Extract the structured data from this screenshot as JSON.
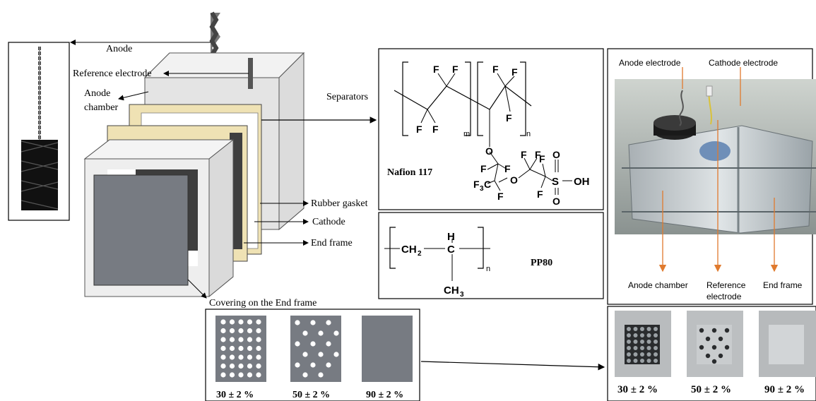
{
  "labels": {
    "anode": "Anode",
    "reference_electrode": "Reference electrode",
    "anode_chamber_line1": "Anode",
    "anode_chamber_line2": "chamber",
    "separators": "Separators",
    "rubber_gasket": "Rubber gasket",
    "cathode": "Cathode",
    "end_frame": "End frame",
    "covering": "Covering on the End frame"
  },
  "membranes": {
    "nafion_name": "Nafion 117",
    "pp_name": "PP80",
    "atoms": {
      "F": "F",
      "O": "O",
      "S": "S",
      "OH": "OH",
      "H": "H",
      "C": "C",
      "CH": "CH",
      "F3C_F": "F",
      "F3C_C": "C",
      "sub2": "2",
      "sub3": "3",
      "m": "m",
      "n": "n"
    }
  },
  "photo_labels": {
    "anode_electrode": "Anode electrode",
    "cathode_electrode": "Cathode electrode",
    "anode_chamber": "Anode chamber",
    "reference_line1": "Reference",
    "reference_line2": "electrode",
    "end_frame": "End frame"
  },
  "coverings": [
    {
      "label": "30 ± 2 %"
    },
    {
      "label": "50 ± 2 %"
    },
    {
      "label": "90 ± 2 %"
    }
  ],
  "photo_coverings": [
    {
      "label": "30 ± 2 %"
    },
    {
      "label": "50 ± 2 %"
    },
    {
      "label": "90 ± 2 %"
    }
  ],
  "colors": {
    "panel_gray": "#777b82",
    "cream": "#efe2b4",
    "arrow_orange": "#e07a2e",
    "frame_light": "#e6e6e6"
  }
}
